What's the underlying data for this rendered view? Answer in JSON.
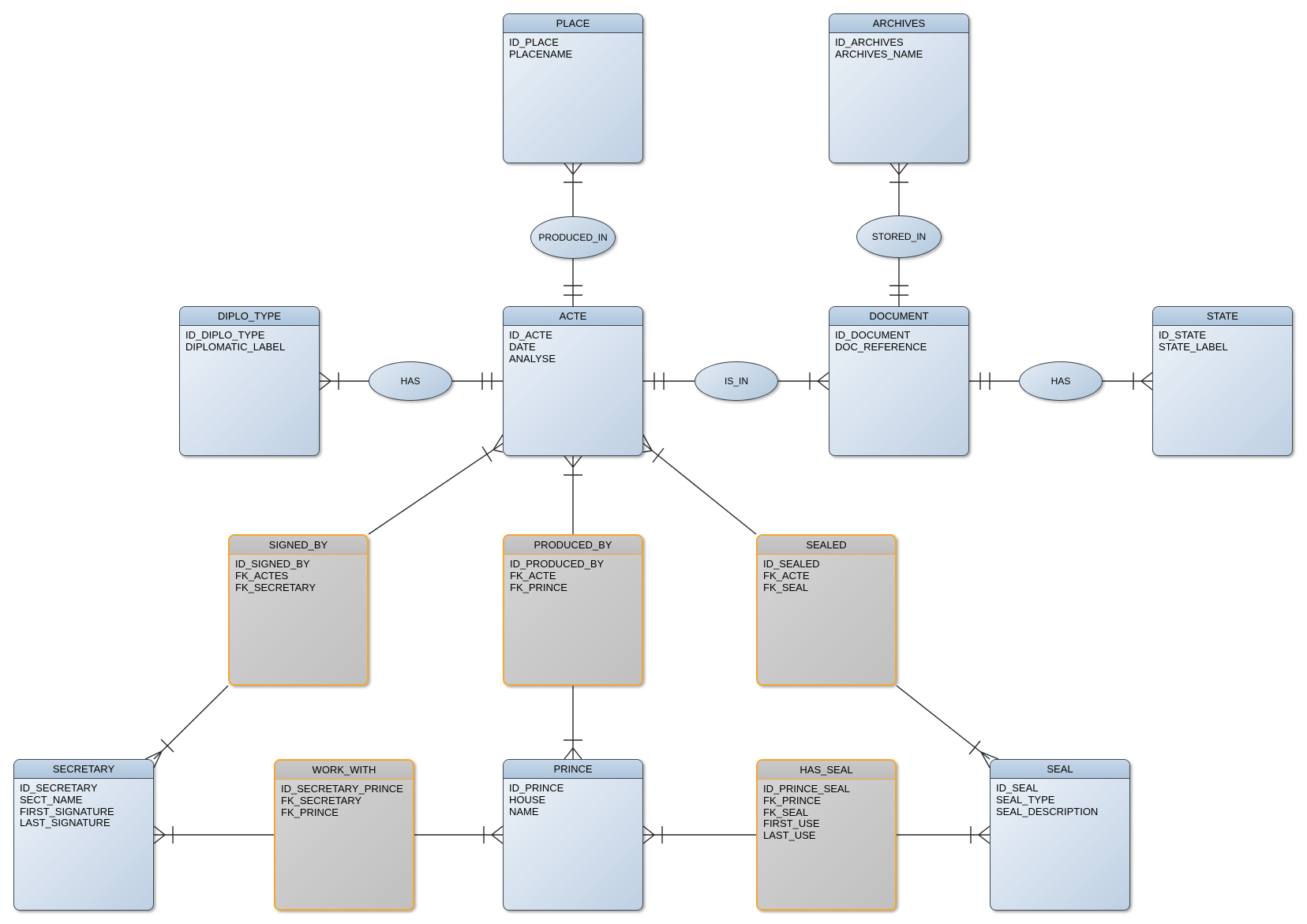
{
  "diagram": {
    "entities": {
      "place": {
        "title": "PLACE",
        "attrs": [
          "ID_PLACE",
          "PLACENAME"
        ]
      },
      "archives": {
        "title": "ARCHIVES",
        "attrs": [
          "ID_ARCHIVES",
          "ARCHIVES_NAME"
        ]
      },
      "diplo_type": {
        "title": "DIPLO_TYPE",
        "attrs": [
          "ID_DIPLO_TYPE",
          "DIPLOMATIC_LABEL"
        ]
      },
      "acte": {
        "title": "ACTE",
        "attrs": [
          "ID_ACTE",
          "DATE",
          "ANALYSE"
        ]
      },
      "document": {
        "title": "DOCUMENT",
        "attrs": [
          "ID_DOCUMENT",
          "DOC_REFERENCE"
        ]
      },
      "state": {
        "title": "STATE",
        "attrs": [
          "ID_STATE",
          "STATE_LABEL"
        ]
      },
      "signed_by": {
        "title": "SIGNED_BY",
        "attrs": [
          "ID_SIGNED_BY",
          "FK_ACTES",
          "FK_SECRETARY"
        ]
      },
      "produced_by": {
        "title": "PRODUCED_BY",
        "attrs": [
          "ID_PRODUCED_BY",
          "FK_ACTE",
          "FK_PRINCE"
        ]
      },
      "sealed": {
        "title": "SEALED",
        "attrs": [
          "ID_SEALED",
          "FK_ACTE",
          "FK_SEAL"
        ]
      },
      "secretary": {
        "title": "SECRETARY",
        "attrs": [
          "ID_SECRETARY",
          "SECT_NAME",
          "FIRST_SIGNATURE",
          "LAST_SIGNATURE"
        ]
      },
      "work_with": {
        "title": "WORK_WITH",
        "attrs": [
          "ID_SECRETARY_PRINCE",
          "FK_SECRETARY",
          "FK_PRINCE"
        ]
      },
      "prince": {
        "title": "PRINCE",
        "attrs": [
          "ID_PRINCE",
          "HOUSE",
          "NAME"
        ]
      },
      "has_seal": {
        "title": "HAS_SEAL",
        "attrs": [
          "ID_PRINCE_SEAL",
          "FK_PRINCE",
          "FK_SEAL",
          "FIRST_USE",
          "LAST_USE"
        ]
      },
      "seal": {
        "title": "SEAL",
        "attrs": [
          "ID_SEAL",
          "SEAL_TYPE",
          "SEAL_DESCRIPTION"
        ]
      }
    },
    "relationships": {
      "produced_in": {
        "label": "PRODUCED_IN"
      },
      "stored_in": {
        "label": "STORED_IN"
      },
      "has_diplo": {
        "label": "HAS"
      },
      "is_in": {
        "label": "IS_IN"
      },
      "has_state": {
        "label": "HAS"
      }
    },
    "colors": {
      "entity_header": "#b9cde2",
      "entity_fill": "#dce6f1",
      "entity_border": "#3f4a55",
      "junction_fill": "#c9c9c9",
      "junction_border": "#f5a630",
      "relationship_fill": "#cddbe9",
      "line": "#26282a",
      "background": "#ffffff"
    }
  }
}
